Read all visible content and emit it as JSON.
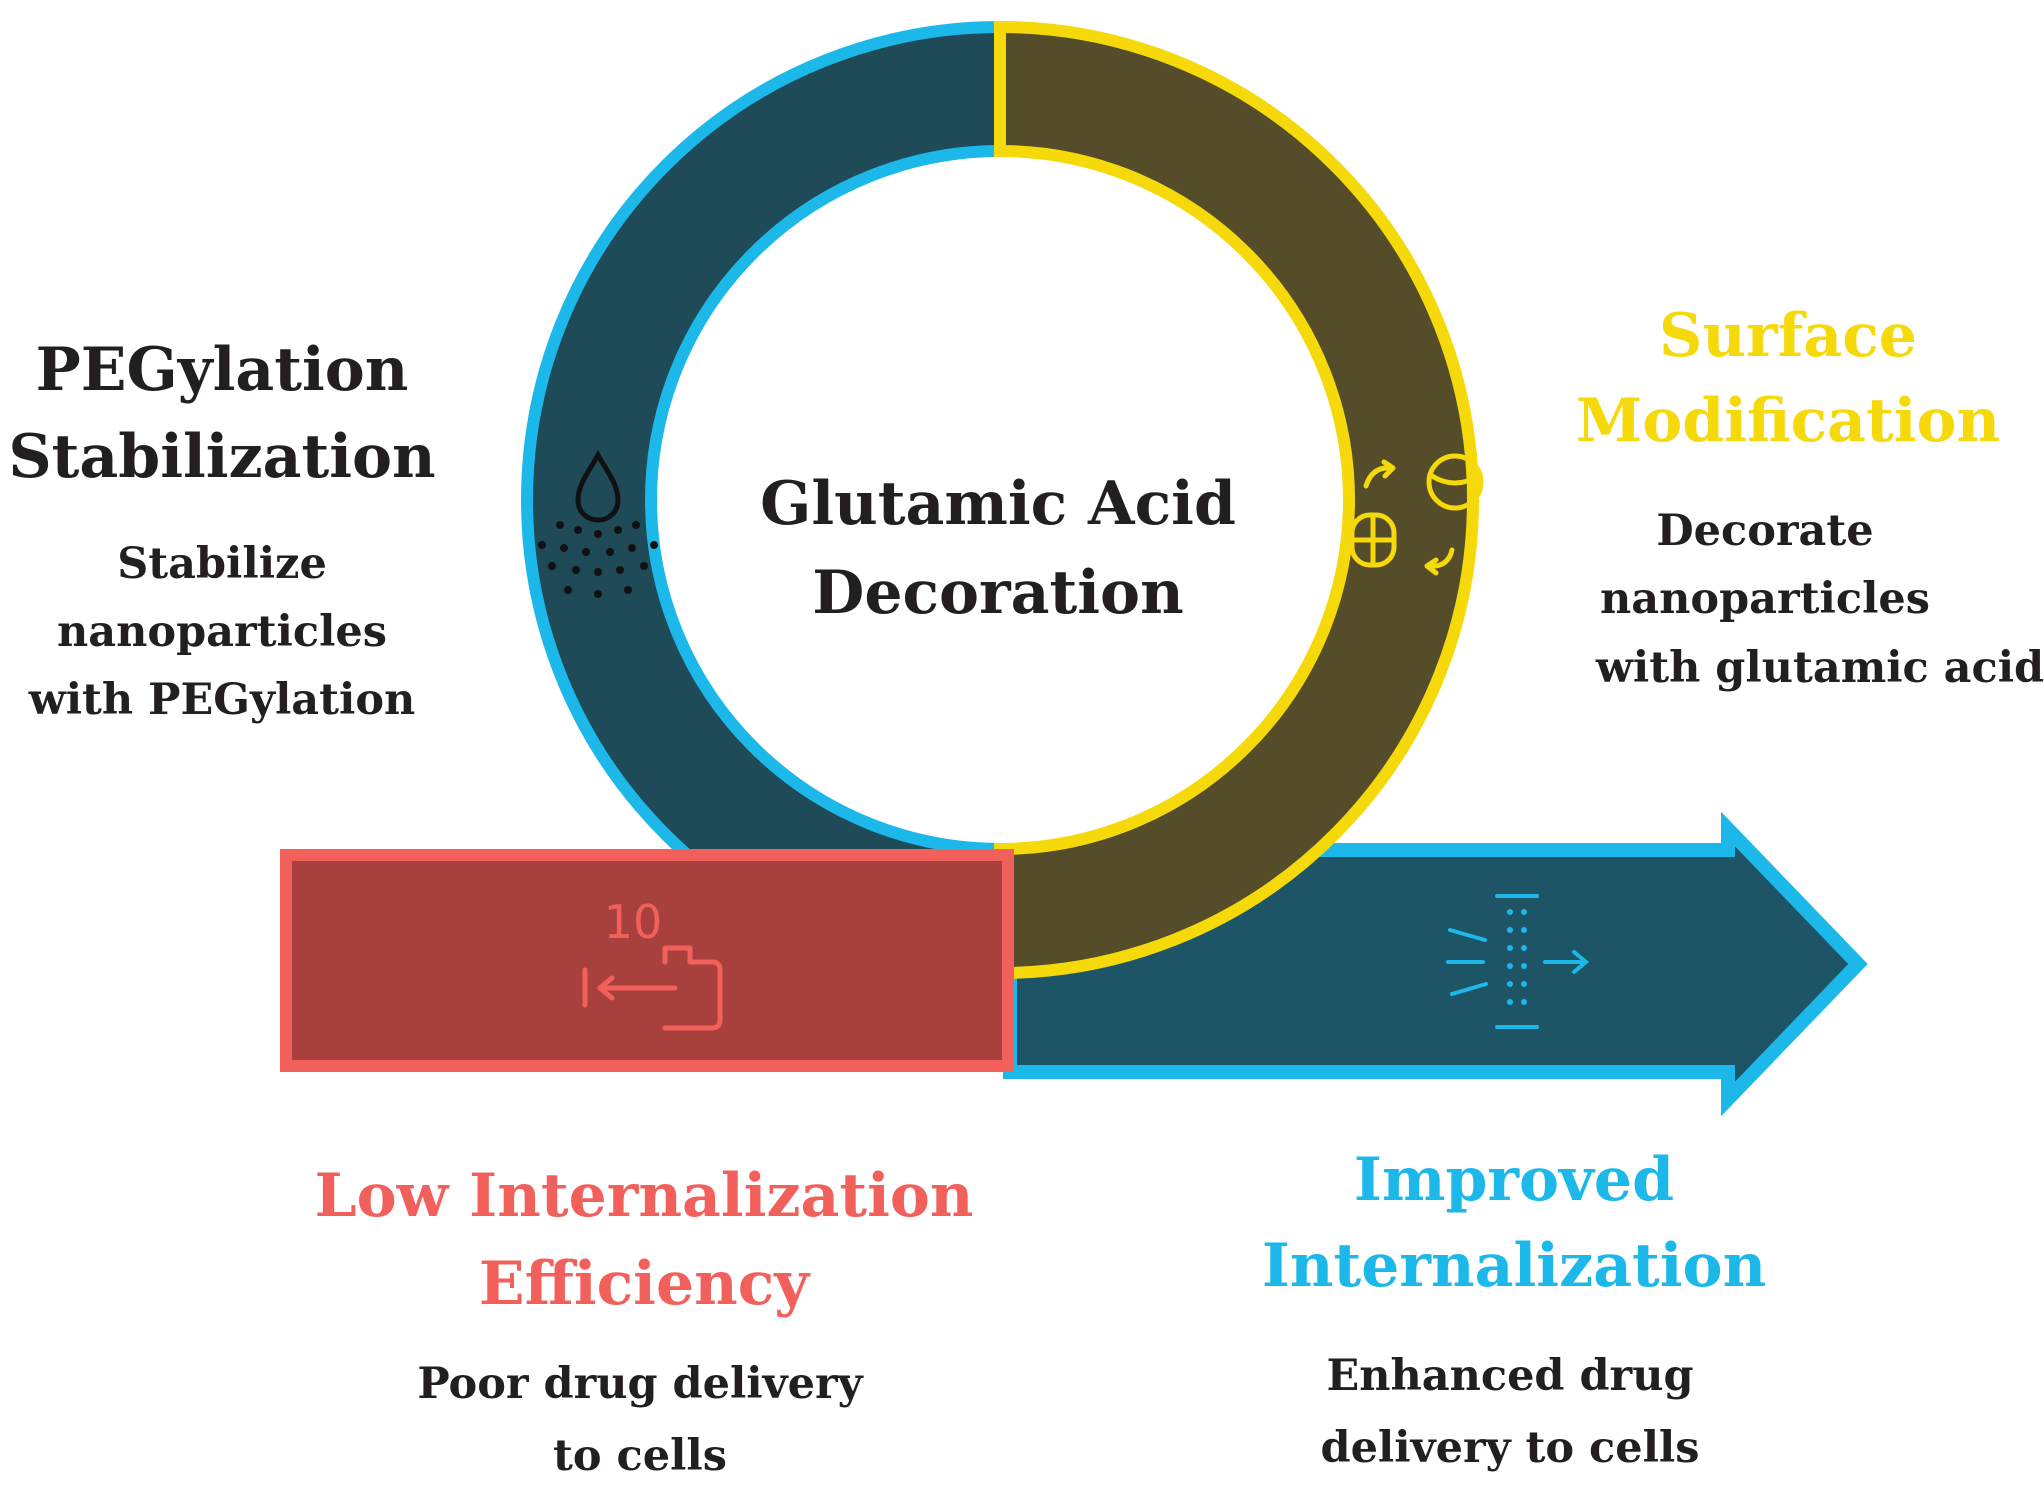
{
  "center": {
    "line1": "Glutamic Acid",
    "line2": "Decoration"
  },
  "pegylation": {
    "title_line1": "PEGylation",
    "title_line2": "Stabilization",
    "desc_line1": "Stabilize",
    "desc_line2": "nanoparticles",
    "desc_line3": "with PEGylation",
    "icon": "droplet-spray-icon"
  },
  "surface": {
    "title_line1": "Surface",
    "title_line2": "Modification",
    "desc_line1": "Decorate",
    "desc_line2": "nanoparticles",
    "desc_line3": "with glutamic acid",
    "icon": "particle-exchange-icon"
  },
  "low": {
    "title_line1": "Low Internalization",
    "title_line2": "Efficiency",
    "desc_line1": "Poor drug delivery",
    "desc_line2": "to cells",
    "icon_number": "10",
    "icon": "container-arrow-icon"
  },
  "improved": {
    "title_line1": "Improved",
    "title_line2": "Internalization",
    "desc_line1": "Enhanced drug",
    "desc_line2": "delivery to cells",
    "icon": "membrane-passage-icon"
  },
  "colors": {
    "blue_outline": "#1cb8ea",
    "teal_fill": "#1f4a57",
    "olive_fill": "#554d2a",
    "yellow": "#f5d90a",
    "red_fill": "#a8413e",
    "red_outline": "#f2605c",
    "arrow_fill": "#1d5466",
    "text_dark": "#231f20"
  }
}
